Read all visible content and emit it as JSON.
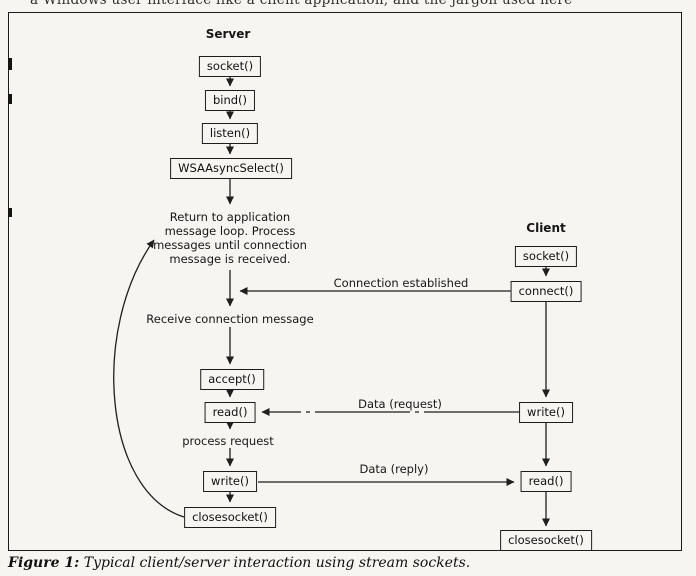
{
  "top_text": "a Windows user interface like a client application, and the jargon used here",
  "server": {
    "label": "Server",
    "socket": "socket()",
    "bind": "bind()",
    "listen": "listen()",
    "wsaasyncselect": "WSAAsyncSelect()",
    "loop_lines": [
      "Return to application",
      "message loop. Process",
      "messages until connection",
      "message is received."
    ],
    "receive": "Receive connection message",
    "accept": "accept()",
    "read": "read()",
    "process": "process request",
    "write": "write()",
    "closesocket": "closesocket()"
  },
  "client": {
    "label": "Client",
    "socket": "socket()",
    "connect": "connect()",
    "write": "write()",
    "read": "read()",
    "closesocket": "closesocket()"
  },
  "arrows": {
    "connection_established": "Connection established",
    "data_request": "Data (request)",
    "data_reply": "Data (reply)"
  },
  "caption": {
    "prefix": "Figure 1:",
    "text": " Typical client/server interaction using stream sockets."
  },
  "colors": {
    "ink": "#1f1f1f",
    "paper": "#f7f5f1"
  }
}
